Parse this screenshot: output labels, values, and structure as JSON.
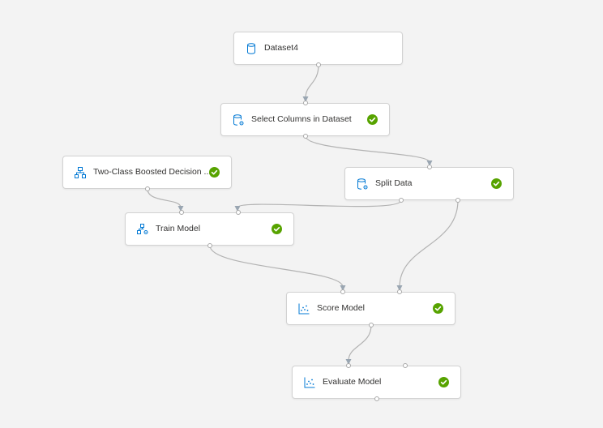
{
  "nodes": [
    {
      "id": "dataset4",
      "label": "Dataset4",
      "icon": "dataset-icon",
      "completed": false
    },
    {
      "id": "select-columns",
      "label": "Select Columns in Dataset",
      "icon": "dataset-gear-icon",
      "completed": true
    },
    {
      "id": "two-class",
      "label": "Two-Class Boosted Decision ...",
      "icon": "hierarchy-icon",
      "completed": true
    },
    {
      "id": "split-data",
      "label": "Split Data",
      "icon": "dataset-gear-icon",
      "completed": true
    },
    {
      "id": "train-model",
      "label": "Train Model",
      "icon": "train-model-icon",
      "completed": true
    },
    {
      "id": "score-model",
      "label": "Score Model",
      "icon": "scatter-chart-icon",
      "completed": true
    },
    {
      "id": "evaluate-model",
      "label": "Evaluate Model",
      "icon": "scatter-chart-icon",
      "completed": true
    }
  ],
  "connections": [
    {
      "from": "dataset4",
      "to": "select-columns"
    },
    {
      "from": "select-columns",
      "to": "split-data"
    },
    {
      "from": "two-class",
      "to": "train-model"
    },
    {
      "from": "split-data",
      "to": "train-model"
    },
    {
      "from": "split-data",
      "to": "score-model"
    },
    {
      "from": "train-model",
      "to": "score-model"
    },
    {
      "from": "score-model",
      "to": "evaluate-model"
    }
  ],
  "colors": {
    "accent": "#0078d4",
    "success": "#57a300",
    "edge": "#b3b3b3",
    "arrow": "#9aa6b2"
  }
}
